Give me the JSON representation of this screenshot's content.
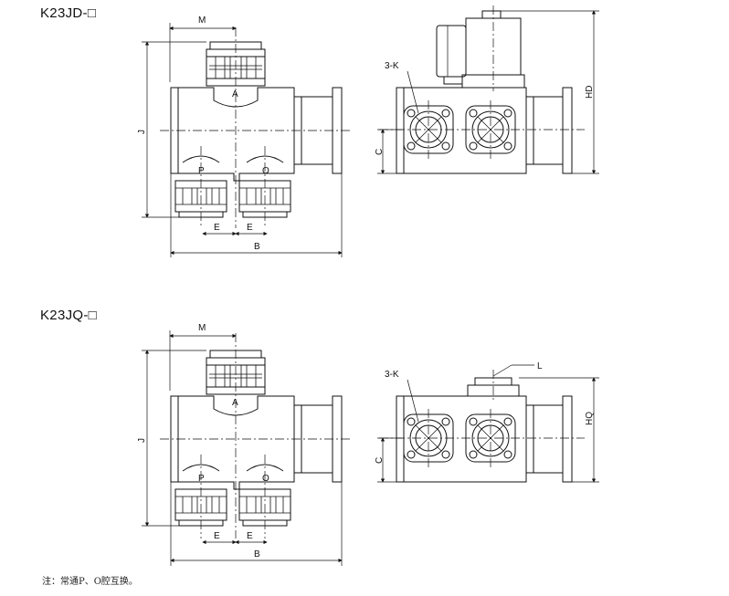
{
  "drawing": {
    "top_model": "K23JD-□",
    "bottom_model": "K23JQ-□",
    "note": "注：常通P、O腔互换。"
  },
  "labels": {
    "M": "M",
    "J": "J",
    "A": "A",
    "P": "P",
    "O": "O",
    "E": "E",
    "B": "B",
    "K": "3-K",
    "C": "C",
    "HD": "HD",
    "HQ": "HQ",
    "L": "L"
  }
}
